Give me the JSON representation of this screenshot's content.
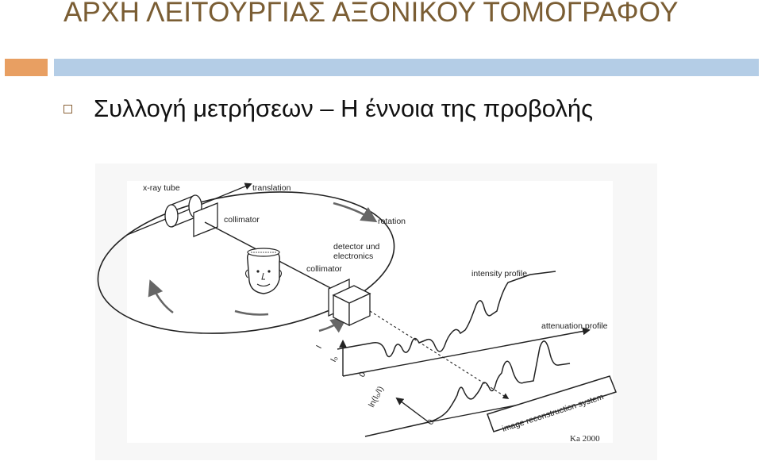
{
  "slide": {
    "title": "ΑΡΧΗ ΛΕΙΤΟΥΡΓΙΑΣ ΑΞΟΝΙΚΟΥ ΤΟΜΟΓΡΑΦΟΥ",
    "bullet_text": "Συλλογή μετρήσεων – Η έννοια της προβολής",
    "colors": {
      "title": "#7a5d33",
      "accent_bar": "#e89f62",
      "header_bar": "#b4cde6",
      "text": "#111111"
    }
  },
  "diagram": {
    "labels": {
      "xray_tube": "x-ray tube",
      "translation": "translation",
      "collimator_top": "collimator",
      "rotation": "rotation",
      "detector_1": "detector und",
      "detector_2": "electronics",
      "collimator_bottom": "collimator",
      "intensity_profile": "intensity profile",
      "attenuation_profile": "attenuation profile",
      "axis_I": "I",
      "axis_I0": "I₀",
      "axis_zero_top": "0",
      "axis_ln": "ln(I₀/I)",
      "axis_zero_bottom": "0",
      "reconstruction": "image reconstruction system",
      "signature": "Ka 2000"
    }
  }
}
